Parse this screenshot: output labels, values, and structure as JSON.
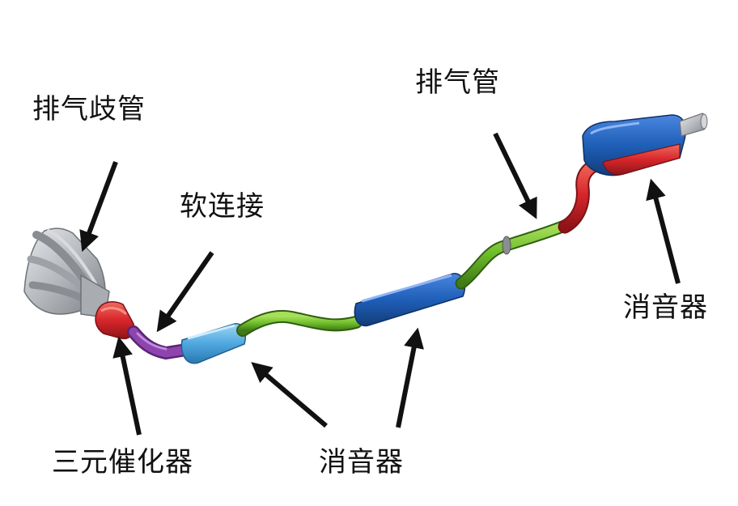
{
  "labels": {
    "exhaust_manifold": "排气歧管",
    "flexible_joint": "软连接",
    "exhaust_pipe": "排气管",
    "rear_muffler": "消音器",
    "catalytic_converter": "三元催化器",
    "middle_muffler": "消音器"
  },
  "colors": {
    "background": "#ffffff",
    "text": "#111111",
    "arrow": "#111111",
    "catalyst_red": "#d8262b",
    "flex_purple": "#8e44ad",
    "front_muffler_lightblue": "#4fa8e0",
    "pipe_green": "#6dbb2a",
    "middle_muffler_blue": "#1f5fb8",
    "rear_pipe_red": "#d8262b",
    "rear_muffler_blue": "#2a63c4",
    "manifold_gray": "#b5b8bd"
  },
  "icons": {
    "arrow": "arrow-icon"
  }
}
